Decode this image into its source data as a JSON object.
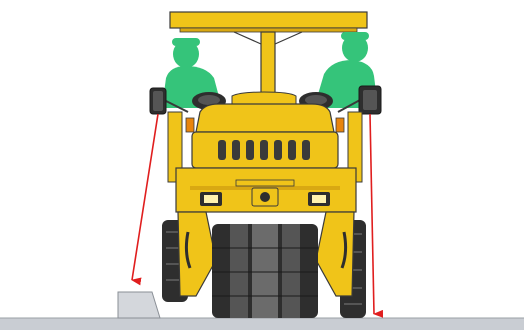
{
  "diagram": {
    "subject": "roller-front-view",
    "colors": {
      "background": "#ffffff",
      "machine_yellow": "#f0c419",
      "machine_yellow_dark": "#d9a812",
      "outline": "#3a3a3a",
      "operator_green": "#35c47a",
      "arrow_red": "#e01e1e",
      "ground": "#c9cdd3",
      "tire_dark": "#2e2e2e",
      "tire_mid": "#555555",
      "light_lens": "#fff3b0"
    },
    "components": [
      "canopy",
      "operators",
      "mirrors",
      "steering-wheels",
      "engine-hood",
      "headlights",
      "front-drum",
      "side-tires",
      "curb",
      "ground",
      "sight-arrows"
    ]
  }
}
